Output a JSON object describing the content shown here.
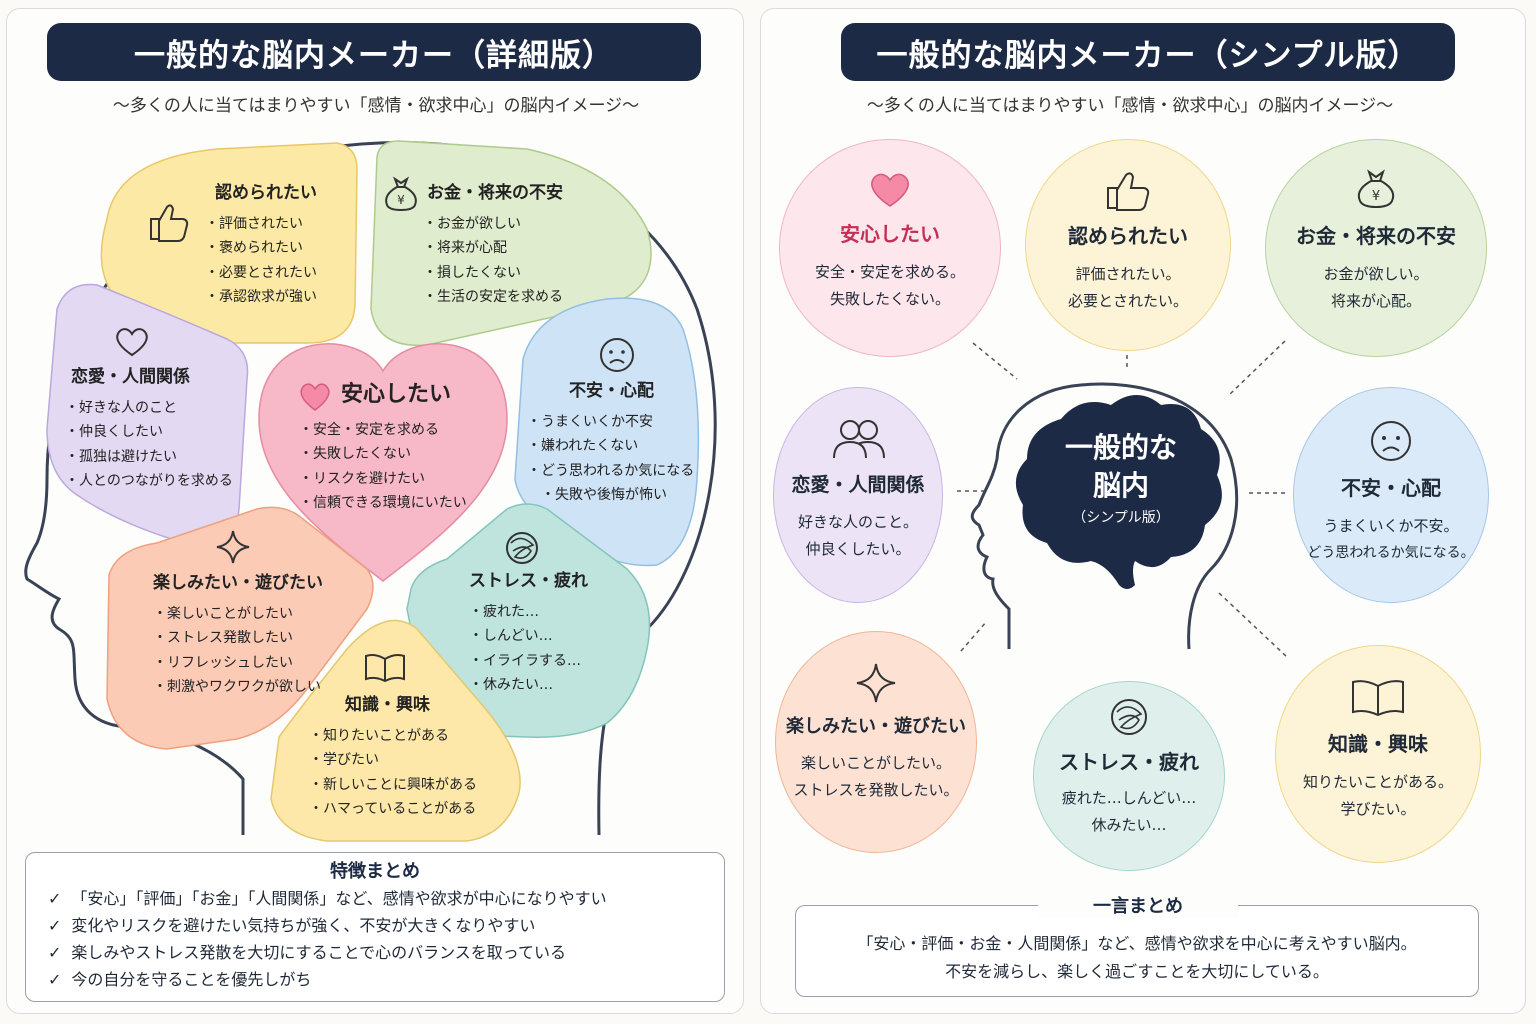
{
  "left": {
    "title": "一般的な脳内メーカー（詳細版）",
    "subtitle": "〜多くの人に当てはまりやすい「感情・欲求中心」の脳内イメージ〜",
    "regions": {
      "recognition": {
        "title": "認められたい",
        "items": [
          "評価されたい",
          "褒められたい",
          "必要とされたい",
          "承認欲求が強い"
        ],
        "icon": "thumbs-up-icon"
      },
      "money": {
        "title": "お金・将来の不安",
        "items": [
          "お金が欲しい",
          "将来が心配",
          "損したくない",
          "生活の安定を求める"
        ],
        "icon": "money-bag-icon"
      },
      "love": {
        "title": "恋愛・人間関係",
        "items": [
          "好きな人のこと",
          "仲良くしたい",
          "孤独は避けたい",
          "人とのつながりを求める"
        ],
        "icon": "heart-outline-icon"
      },
      "security": {
        "title": "安心したい",
        "items": [
          "安全・安定を求める",
          "失敗したくない",
          "リスクを避けたい",
          "信頼できる環境にいたい"
        ],
        "icon": "heart-icon"
      },
      "anxiety": {
        "title": "不安・心配",
        "items": [
          "うまくいくか不安",
          "嫌われたくない",
          "どう思われるか気になる",
          "失敗や後悔が怖い"
        ],
        "icon": "worried-face-icon"
      },
      "fun": {
        "title": "楽しみたい・遊びたい",
        "items": [
          "楽しいことがしたい",
          "ストレス発散したい",
          "リフレッシュしたい",
          "刺激やワクワクが欲しい"
        ],
        "icon": "sparkle-icon"
      },
      "stress": {
        "title": "ストレス・疲れ",
        "items": [
          "疲れた…",
          "しんどい…",
          "イライラする…",
          "休みたい…"
        ],
        "icon": "tangle-icon"
      },
      "knowledge": {
        "title": "知識・興味",
        "items": [
          "知りたいことがある",
          "学びたい",
          "新しいことに興味がある",
          "ハマっていることがある"
        ],
        "icon": "book-icon"
      }
    },
    "summary": {
      "title": "特徴まとめ",
      "items": [
        "「安心」「評価」「お金」「人間関係」など、感情や欲求が中心になりやすい",
        "変化やリスクを避けたい気持ちが強く、不安が大きくなりやすい",
        "楽しみやストレス発散を大切にすることで心のバランスを取っている",
        "今の自分を守ることを優先しがち"
      ]
    }
  },
  "right": {
    "title": "一般的な脳内メーカー（シンプル版）",
    "subtitle": "〜多くの人に当てはまりやすい「感情・欲求中心」の脳内イメージ〜",
    "center": {
      "line1": "一般的な",
      "line2": "脳内",
      "line3": "（シンプル版）"
    },
    "bubbles": {
      "security": {
        "title": "安心したい",
        "lines": [
          "安全・安定を求める。",
          "失敗したくない。"
        ]
      },
      "recognition": {
        "title": "認められたい",
        "lines": [
          "評価されたい。",
          "必要とされたい。"
        ]
      },
      "money": {
        "title": "お金・将来の不安",
        "lines": [
          "お金が欲しい。",
          "将来が心配。"
        ]
      },
      "love": {
        "title": "恋愛・人間関係",
        "lines": [
          "好きな人のこと。",
          "仲良くしたい。"
        ]
      },
      "anxiety": {
        "title": "不安・心配",
        "lines": [
          "うまくいくか不安。",
          "どう思われるか気になる。"
        ]
      },
      "fun": {
        "title": "楽しみたい・遊びたい",
        "lines": [
          "楽しいことがしたい。",
          "ストレスを発散したい。"
        ]
      },
      "stress": {
        "title": "ストレス・疲れ",
        "lines": [
          "疲れた…しんどい…",
          "休みたい…"
        ]
      },
      "knowledge": {
        "title": "知識・興味",
        "lines": [
          "知りたいことがある。",
          "学びたい。"
        ]
      }
    },
    "summary": {
      "title": "一言まとめ",
      "lines": [
        "「安心・評価・お金・人間関係」など、感情や欲求を中心に考えやすい脳内。",
        "不安を減らし、楽しく過ごすことを大切にしている。"
      ]
    }
  },
  "colors": {
    "navy": "#1c2a45",
    "yellow": "#fde9a6",
    "green": "#dfeccd",
    "purple": "#e3d9f2",
    "pink": "#f7b8c8",
    "blue": "#cfe3f6",
    "orange": "#fbcbb6",
    "teal": "#bfe4de",
    "cream": "#fde8a9"
  }
}
